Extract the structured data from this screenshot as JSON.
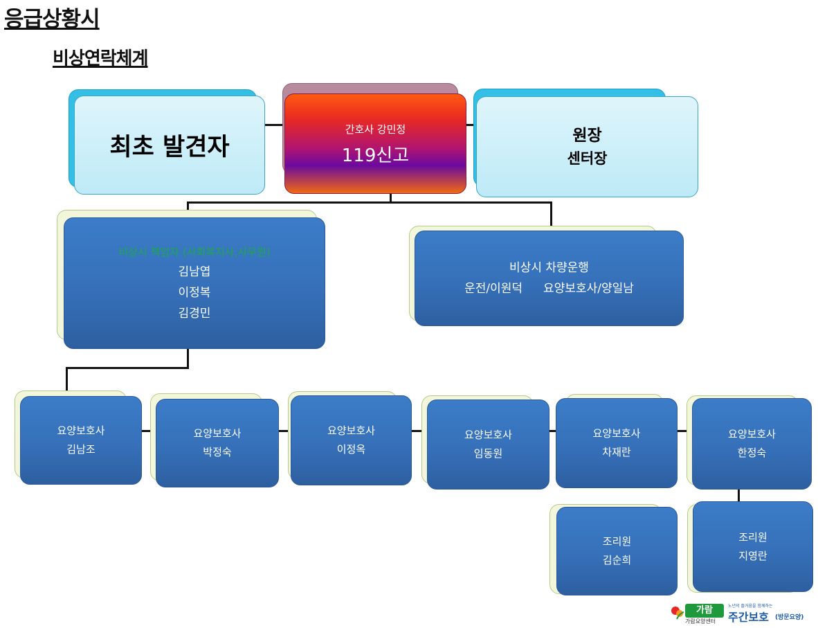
{
  "header": {
    "title": "응급상황시",
    "subtitle": "비상연락체계"
  },
  "top_row": {
    "first_finder": "최초 발견자",
    "nurse": "간호사 강민정",
    "report": "119신고",
    "director_1": "원장",
    "director_2": "센터장"
  },
  "emergency_manager": {
    "role": "비상시 책임자 (사회복지사,사무원)",
    "members": [
      "김남엽",
      "이정복",
      "김경민"
    ]
  },
  "vehicle": {
    "title": "비상시 차량운행",
    "driver": "운전/이원덕",
    "caregiver": "요양보호사/양일남"
  },
  "caregivers": [
    {
      "role": "요양보호사",
      "name": "김남조"
    },
    {
      "role": "요양보호사",
      "name": "박정숙"
    },
    {
      "role": "요양보호사",
      "name": "이정옥"
    },
    {
      "role": "요양보호사",
      "name": "임동원"
    },
    {
      "role": "요양보호사",
      "name": "차재란"
    },
    {
      "role": "요양보호사",
      "name": "한정숙"
    }
  ],
  "cooks": [
    {
      "role": "조리원",
      "name": "김순희"
    },
    {
      "role": "조리원",
      "name": "지영란"
    }
  ],
  "logo": {
    "tagline": "노년의 즐거움을 함께하는",
    "brand": "가람요양센터",
    "service": "주간보호",
    "service_sub": "(방문요양)"
  },
  "colors": {
    "box_blue": "#3670b9",
    "box_light": "#bdeaf7",
    "manager_text": "#1ea84a",
    "logo_green": "#1e9a3c",
    "logo_blue": "#1a5aa8"
  }
}
